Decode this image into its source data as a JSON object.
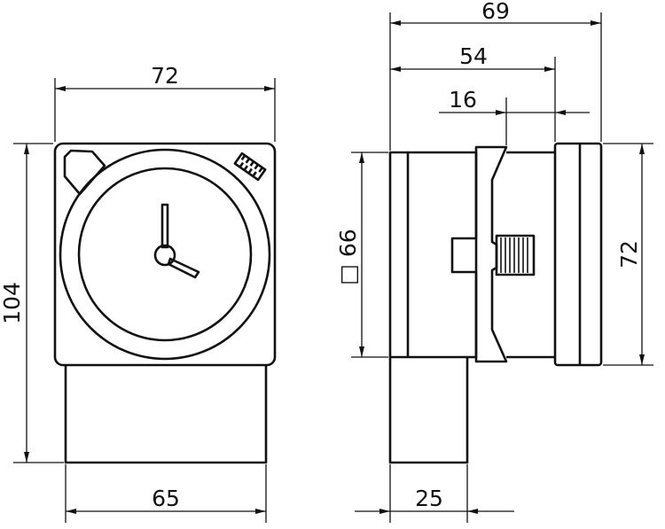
{
  "front_view": {
    "width_top": "72",
    "height_total": "104",
    "width_bottom": "65"
  },
  "side_view": {
    "overall_depth": "69",
    "depth_to_flange": "54",
    "flange_offset": "16",
    "panel_cutout": "□ 66",
    "flange_height": "72",
    "stub_width": "25"
  },
  "colors": {
    "line": "#111111",
    "background": "#ffffff"
  }
}
